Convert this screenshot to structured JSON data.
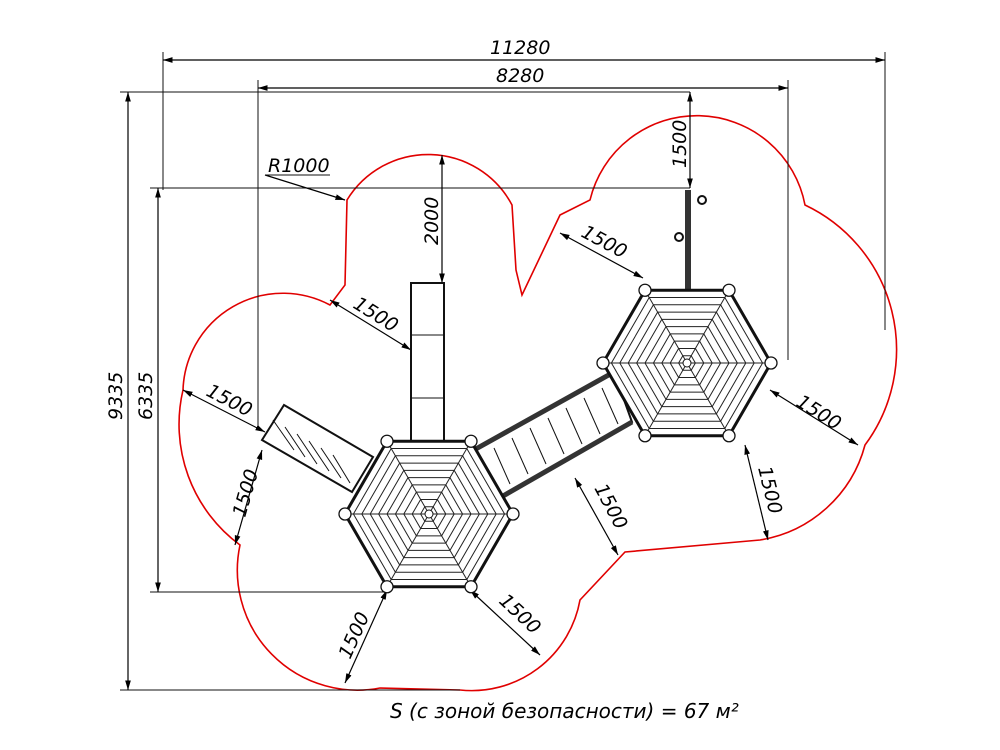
{
  "dimensions": {
    "total_width": "11280",
    "inner_width": "8280",
    "total_height": "9335",
    "inner_height": "6335",
    "radius": "R1000",
    "slide_clearance": "2000",
    "safety_zone": [
      "1500",
      "1500",
      "1500",
      "1500",
      "1500",
      "1500",
      "1500",
      "1500",
      "1500",
      "1500"
    ]
  },
  "caption": "S (с зоной безопасности) = 67 м²",
  "colors": {
    "safety_zone": "#e00000",
    "lines": "#000000"
  }
}
